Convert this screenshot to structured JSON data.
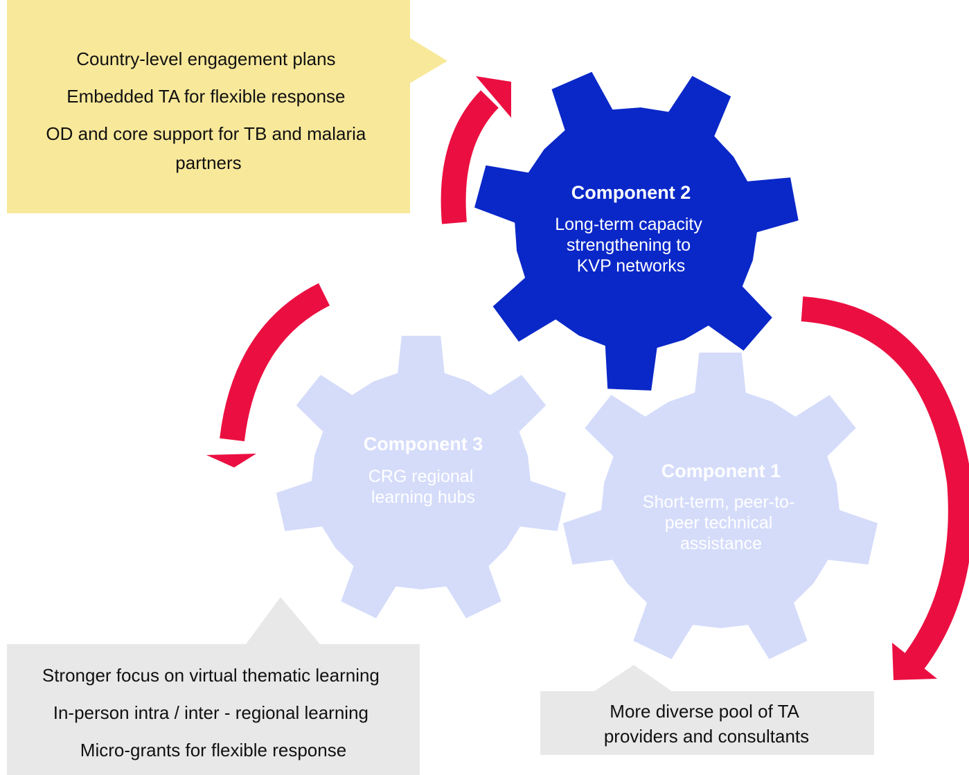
{
  "colors": {
    "active_gear": "#0a28c8",
    "inactive_gear": "#d5dcfa",
    "arrow": "#eb0f41",
    "callout_yellow": "#f8e89a",
    "callout_grey": "#e8e8e8"
  },
  "components": [
    {
      "title": "Component 2",
      "lines": [
        "Long-term capacity",
        "strengthening to",
        "KVP networks"
      ]
    },
    {
      "title": "Component 3",
      "lines": [
        "CRG regional",
        "learning hubs"
      ]
    },
    {
      "title": "Component 1",
      "lines": [
        "Short-term, peer-to-",
        "peer technical",
        "assistance"
      ]
    }
  ],
  "callouts": {
    "top_left": {
      "lines": [
        "Country-level engagement plans",
        "Embedded TA for flexible response",
        "OD and core support for TB and malaria",
        "partners"
      ]
    },
    "bottom_left": {
      "lines": [
        "Stronger focus on virtual thematic learning",
        "In-person intra / inter - regional learning",
        "Micro-grants for flexible response"
      ]
    },
    "bottom_right": {
      "lines": [
        "More diverse pool of TA",
        "providers and consultants"
      ]
    }
  }
}
